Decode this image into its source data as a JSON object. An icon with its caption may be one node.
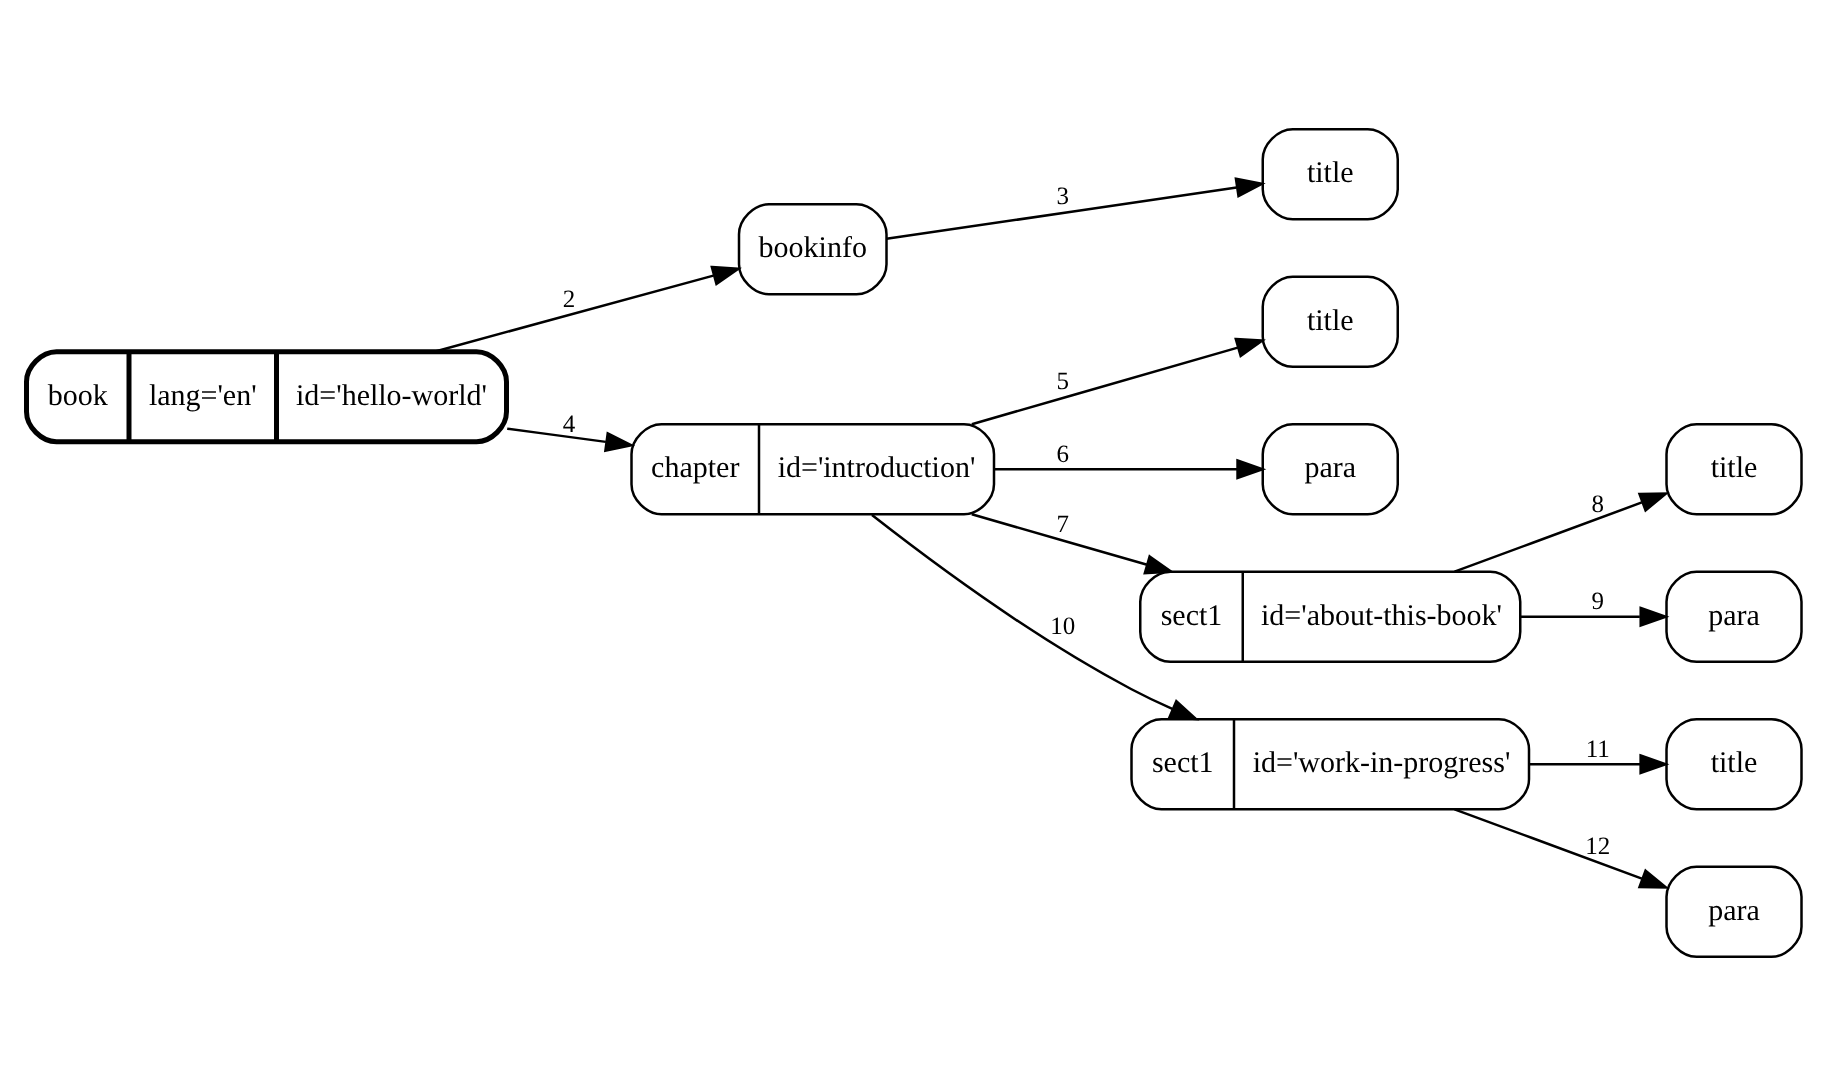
{
  "diagram": {
    "nodes": [
      {
        "text": [
          "book",
          "lang='en'",
          "id='hello-world'"
        ]
      },
      {
        "text": [
          "bookinfo"
        ]
      },
      {
        "text": [
          "title"
        ]
      },
      {
        "text": [
          "chapter",
          "id='introduction'"
        ]
      },
      {
        "text": [
          "title"
        ]
      },
      {
        "text": [
          "para"
        ]
      },
      {
        "text": [
          "sect1",
          "id='about-this-book'"
        ]
      },
      {
        "text": [
          "title"
        ]
      },
      {
        "text": [
          "para"
        ]
      },
      {
        "text": [
          "sect1",
          "id='work-in-progress'"
        ]
      },
      {
        "text": [
          "title"
        ]
      },
      {
        "text": [
          "para"
        ]
      }
    ],
    "edges": [
      {
        "from": 0,
        "to": 1,
        "arrow": "to",
        "label": "2"
      },
      {
        "from": 1,
        "to": 2,
        "arrow": "to",
        "label": "3"
      },
      {
        "from": 0,
        "to": 3,
        "arrow": "to",
        "label": "4"
      },
      {
        "from": 3,
        "to": 4,
        "arrow": "to",
        "label": "5"
      },
      {
        "from": 3,
        "to": 5,
        "arrow": "to",
        "label": "6"
      },
      {
        "from": 3,
        "to": 6,
        "arrow": "to",
        "label": "7"
      },
      {
        "from": 6,
        "to": 7,
        "arrow": "to",
        "label": "8"
      },
      {
        "from": 6,
        "to": 8,
        "arrow": "to",
        "label": "9"
      },
      {
        "from": 3,
        "to": 9,
        "arrow": "to",
        "label": "10"
      },
      {
        "from": 9,
        "to": 10,
        "arrow": "to",
        "label": "11"
      },
      {
        "from": 9,
        "to": 11,
        "arrow": "to",
        "label": "12"
      }
    ]
  }
}
